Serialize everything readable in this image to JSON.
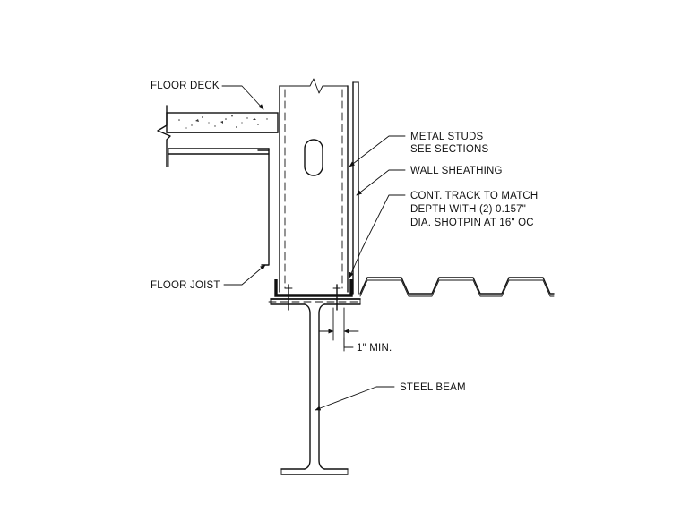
{
  "labels": {
    "floor_deck": "FLOOR DECK",
    "metal_studs_1": "METAL STUDS",
    "metal_studs_2": "SEE SECTIONS",
    "wall_sheathing": "WALL SHEATHING",
    "track_1": "CONT. TRACK TO MATCH",
    "track_2": "DEPTH WITH (2) 0.157\"",
    "track_3": "DIA. SHOTPIN AT 16\" OC",
    "floor_joist": "FLOOR JOIST",
    "min_clearance": "1\" MIN.",
    "steel_beam": "STEEL BEAM"
  },
  "colors": {
    "line": "#111111",
    "background": "#ffffff"
  }
}
